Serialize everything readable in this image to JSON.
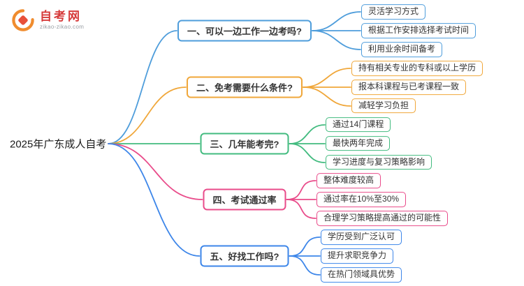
{
  "logo": {
    "title": "自考网",
    "subtitle": "zikao-zikao.com",
    "icon": "zikao-logo-icon",
    "colors": {
      "swirl": "#f08c2e",
      "diamond": "#e8503a",
      "title": "#d63a3a"
    }
  },
  "root": {
    "label": "2025年广东成人自考"
  },
  "branches": [
    {
      "label": "一、可以一边工作一边考吗?",
      "color": "#4e9ddb",
      "children": [
        "灵活学习方式",
        "根据工作安排选择考试时间",
        "利用业余时间备考"
      ]
    },
    {
      "label": "二、免考需要什么条件?",
      "color": "#f0a73a",
      "children": [
        "持有相关专业的专科或以上学历",
        "报本科课程与已考课程一致",
        "减轻学习负担"
      ]
    },
    {
      "label": "三、几年能考完?",
      "color": "#42bb7f",
      "children": [
        "通过14门课程",
        "最快两年完成",
        "学习进度与复习策略影响"
      ]
    },
    {
      "label": "四、考试通过率",
      "color": "#e94b8a",
      "children": [
        "整体难度较高",
        "通过率在10%至30%",
        "合理学习策略提高通过的可能性"
      ]
    },
    {
      "label": "五、好找工作吗?",
      "color": "#3d86e9",
      "children": [
        "学历受到广泛认可",
        "提升求职竞争力",
        "在热门领域具优势"
      ]
    }
  ]
}
